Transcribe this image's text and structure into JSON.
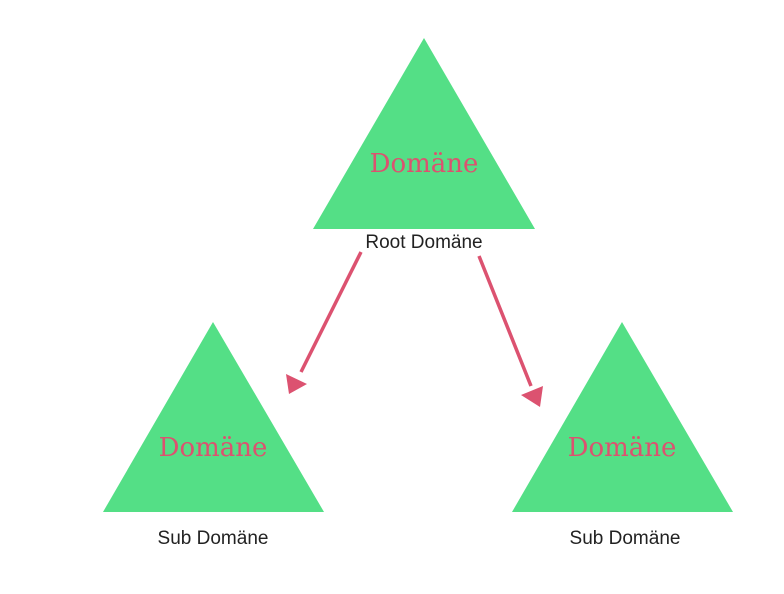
{
  "colors": {
    "triangle_fill": "#54df86",
    "triangle_text": "#dc5270",
    "arrow": "#dc5270",
    "caption_text": "#222222",
    "background": "#ffffff"
  },
  "nodes": {
    "root": {
      "title": "Domäne",
      "caption": "Root Domäne"
    },
    "sub_left": {
      "title": "Domäne",
      "caption": "Sub Domäne"
    },
    "sub_right": {
      "title": "Domäne",
      "caption": "Sub Domäne"
    }
  },
  "edges": [
    {
      "from": "root",
      "to": "sub_left"
    },
    {
      "from": "root",
      "to": "sub_right"
    }
  ]
}
